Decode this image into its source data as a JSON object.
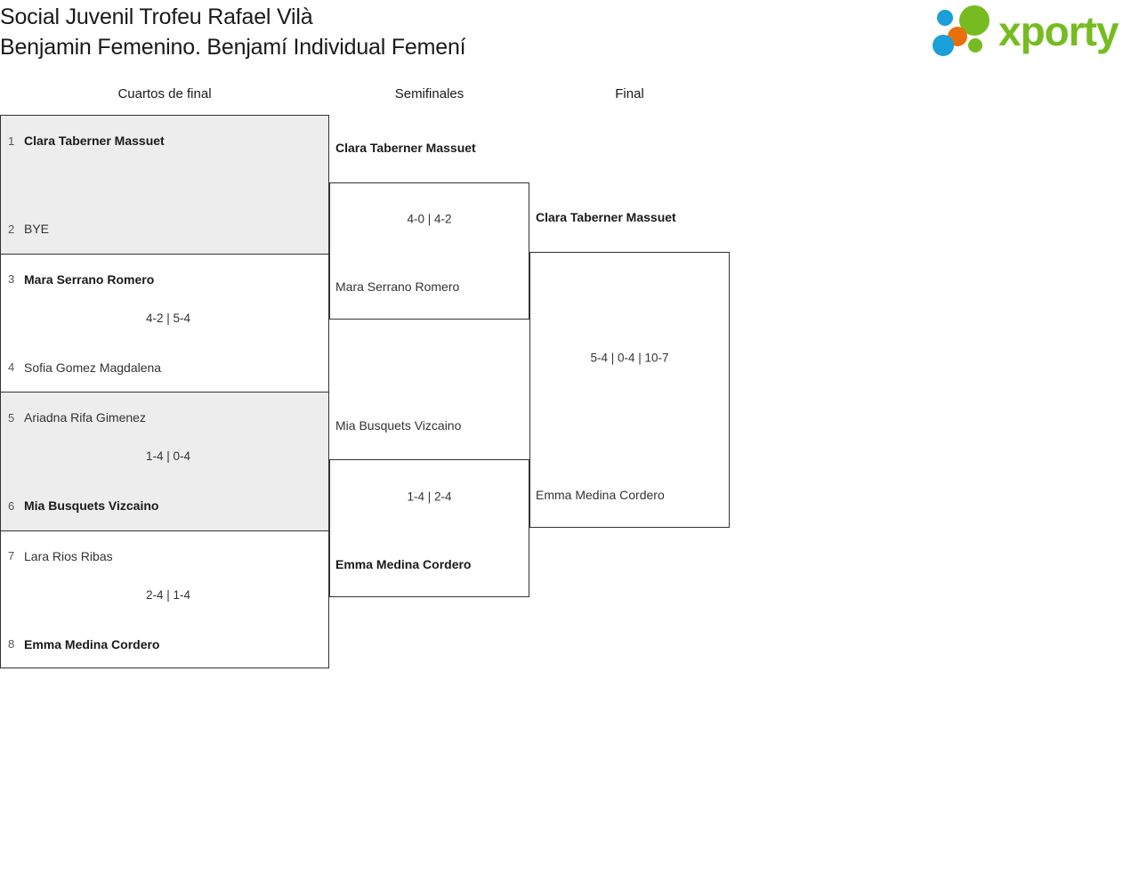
{
  "header": {
    "title_line1": "Social Juvenil Trofeu Rafael Vilà",
    "title_line2": "Benjamin Femenino. Benjamí Individual Femení",
    "logo_text": "xporty",
    "logo_colors": {
      "green": "#76bc21",
      "blue": "#1a9fd9",
      "orange": "#e8700a"
    }
  },
  "rounds": [
    {
      "label": "Cuartos de final"
    },
    {
      "label": "Semifinales"
    },
    {
      "label": "Final"
    }
  ],
  "quarterfinals": [
    {
      "shaded": true,
      "top": {
        "seed": "1",
        "name": "Clara Taberner Massuet",
        "winner": true
      },
      "bottom": {
        "seed": "2",
        "name": "BYE",
        "winner": false
      },
      "score": ""
    },
    {
      "shaded": false,
      "top": {
        "seed": "3",
        "name": "Mara Serrano Romero",
        "winner": true
      },
      "bottom": {
        "seed": "4",
        "name": "Sofia Gomez Magdalena",
        "winner": false
      },
      "score": "4-2 | 5-4"
    },
    {
      "shaded": true,
      "top": {
        "seed": "5",
        "name": "Ariadna Rifa Gimenez",
        "winner": false
      },
      "bottom": {
        "seed": "6",
        "name": "Mia Busquets Vizcaino",
        "winner": true
      },
      "score": "1-4 | 0-4"
    },
    {
      "shaded": false,
      "top": {
        "seed": "7",
        "name": "Lara Rios Ribas",
        "winner": false
      },
      "bottom": {
        "seed": "8",
        "name": "Emma Medina Cordero",
        "winner": true
      },
      "score": "2-4 | 1-4"
    }
  ],
  "semifinals": [
    {
      "top": {
        "name": "Clara Taberner Massuet",
        "winner": true
      },
      "bottom": {
        "name": "Mara Serrano Romero",
        "winner": false
      },
      "score": "4-0 | 4-2"
    },
    {
      "top": {
        "name": "Mia Busquets Vizcaino",
        "winner": false
      },
      "bottom": {
        "name": "Emma Medina Cordero",
        "winner": true
      },
      "score": "1-4 | 2-4"
    }
  ],
  "final": {
    "top": {
      "name": "Clara Taberner Massuet",
      "winner": true
    },
    "bottom": {
      "name": "Emma Medina Cordero",
      "winner": false
    },
    "score": "5-4 | 0-4 | 10-7"
  }
}
